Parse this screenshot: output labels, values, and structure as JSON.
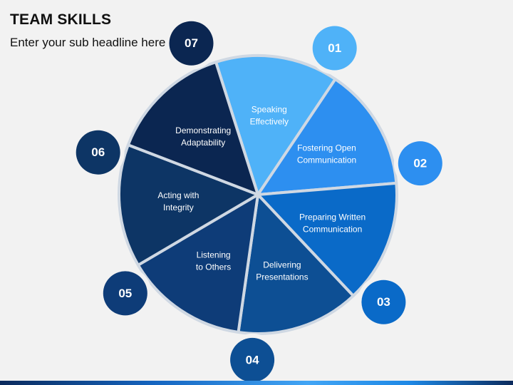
{
  "header": {
    "title": "TEAM SKILLS",
    "subtitle": "Enter your sub headline here"
  },
  "diagram": {
    "segments": [
      {
        "number": "01",
        "lines": [
          "Speaking",
          "Effectively"
        ],
        "color": "#4fb2f8",
        "badge": "#4fb2f8"
      },
      {
        "number": "02",
        "lines": [
          "Fostering Open",
          "Communication"
        ],
        "color": "#2d8ff0",
        "badge": "#2d8ff0"
      },
      {
        "number": "03",
        "lines": [
          "Preparing Written",
          "Communication"
        ],
        "color": "#0a6ac8",
        "badge": "#0a6ac8"
      },
      {
        "number": "04",
        "lines": [
          "Delivering",
          "Presentations"
        ],
        "color": "#0d4f94",
        "badge": "#0d4f94"
      },
      {
        "number": "05",
        "lines": [
          "Listening",
          "to Others"
        ],
        "color": "#0e3c78",
        "badge": "#0e3c78"
      },
      {
        "number": "06",
        "lines": [
          "Acting with",
          "Integrity"
        ],
        "color": "#0d3565",
        "badge": "#0d3565"
      },
      {
        "number": "07",
        "lines": [
          "Demonstrating",
          "Adaptability"
        ],
        "color": "#0b2651",
        "badge": "#0b2651"
      }
    ]
  }
}
